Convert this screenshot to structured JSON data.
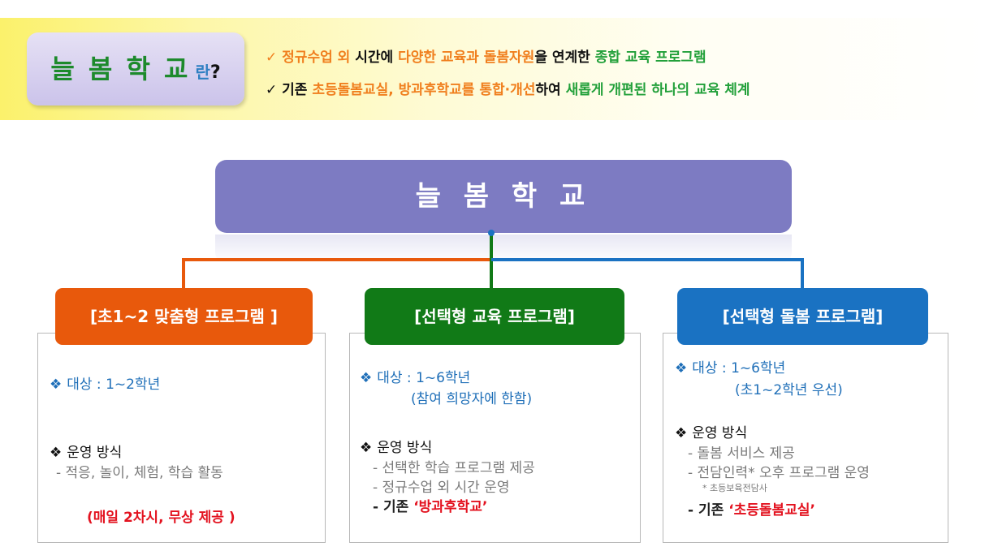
{
  "banner": {
    "badge_main": "늘 봄 학 교",
    "badge_ran": "란",
    "badge_q": "?",
    "check": "✓",
    "line1": {
      "a": "정규수업 외",
      "b": " 시간에 ",
      "c": "다양한 교육과 돌봄자원",
      "d": "을 연계한 ",
      "e": "종합 교육 프로그램"
    },
    "line2": {
      "a": "기존 ",
      "b": "초등돌봄교실, 방과후학교를 통합·개선",
      "c": "하여 ",
      "d": "새롭게 개편된 하나의 교육 체계"
    }
  },
  "title": "늘 봄 학 교",
  "icons": {
    "bullet": "diamond-bullet-icon",
    "bullet_glyph": "❖"
  },
  "programs": [
    {
      "header": "[초1~2 맞춤형 프로그램 ]",
      "target": "대상 : 1~2학년",
      "method_title": "운영 방식",
      "items": [
        "- 적응, 놀이, 체험, 학습 활동"
      ],
      "highlight": "(매일 2차시, 무상 제공 )"
    },
    {
      "header": "[선택형 교육 프로그램]",
      "target": "대상 : 1~6학년",
      "target_note": "(참여 희망자에 한함)",
      "method_title": "운영 방식",
      "items": [
        "- 선택한 학습 프로그램 제공",
        "- 정규수업 외 시간 운영"
      ],
      "legacy_prefix": "- 기존 ",
      "legacy_name": "‘방과후학교’"
    },
    {
      "header": "[선택형 돌봄 프로그램]",
      "target": "대상 : 1~6학년",
      "target_note": "(초1~2학년 우선)",
      "method_title": "운영 방식",
      "items": [
        "- 돌봄 서비스 제공",
        "- 전담인력* 오후 프로그램 운영"
      ],
      "footnote": "* 초등보육전담사",
      "legacy_prefix": "- 기존 ",
      "legacy_name": "‘초등돌봄교실’"
    }
  ],
  "colors": {
    "title_box": "#7d7bc2",
    "orange": "#e8590c",
    "green": "#117a17",
    "blue": "#1a72c2",
    "accent_red": "#e3121f"
  }
}
